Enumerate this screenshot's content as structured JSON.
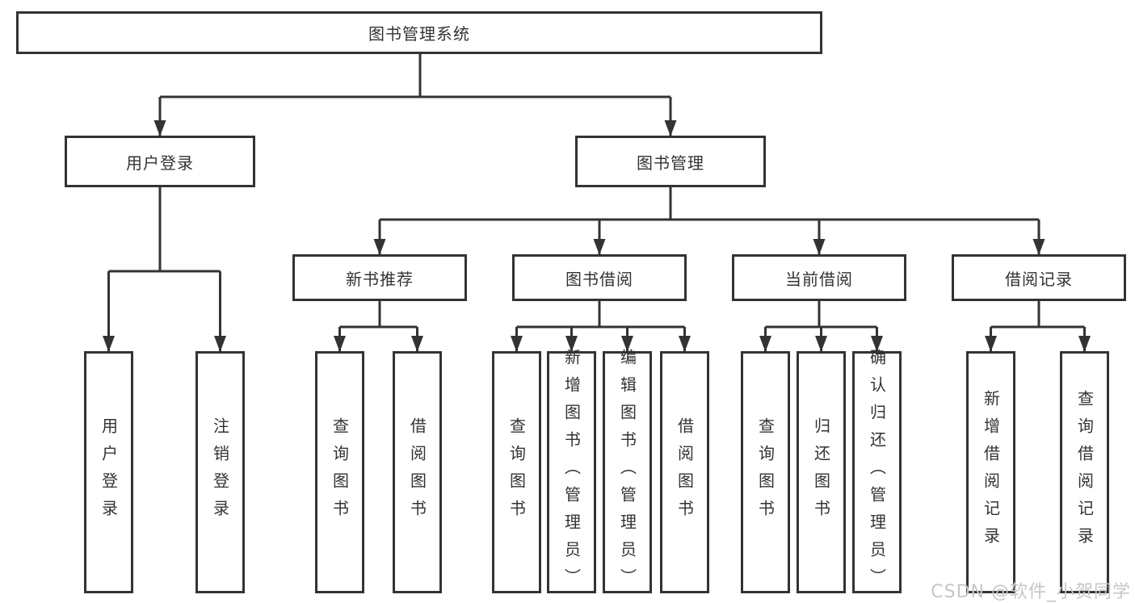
{
  "diagram": {
    "title": "图书管理系统",
    "tree": {
      "label": "图书管理系统",
      "children": [
        {
          "label": "用户登录",
          "children": [
            {
              "label": "用户登录"
            },
            {
              "label": "注销登录"
            }
          ]
        },
        {
          "label": "图书管理",
          "children": [
            {
              "label": "新书推荐",
              "children": [
                {
                  "label": "查询图书"
                },
                {
                  "label": "借阅图书"
                }
              ]
            },
            {
              "label": "图书借阅",
              "children": [
                {
                  "label": "查询图书"
                },
                {
                  "label": "新增图书（管理员）"
                },
                {
                  "label": "编辑图书（管理员）"
                },
                {
                  "label": "借阅图书"
                }
              ]
            },
            {
              "label": "当前借阅",
              "children": [
                {
                  "label": "查询图书"
                },
                {
                  "label": "归还图书"
                },
                {
                  "label": "确认归还（管理员）"
                }
              ]
            },
            {
              "label": "借阅记录",
              "children": [
                {
                  "label": "新增借阅记录"
                },
                {
                  "label": "查询借阅记录"
                }
              ]
            }
          ]
        }
      ]
    }
  },
  "watermark": {
    "text": "CSDN @软件_小贺同学",
    "color": "#c6c6c6"
  },
  "colors": {
    "line": "#333333",
    "box_border": "#333333",
    "text": "#333333",
    "background": "#ffffff"
  }
}
